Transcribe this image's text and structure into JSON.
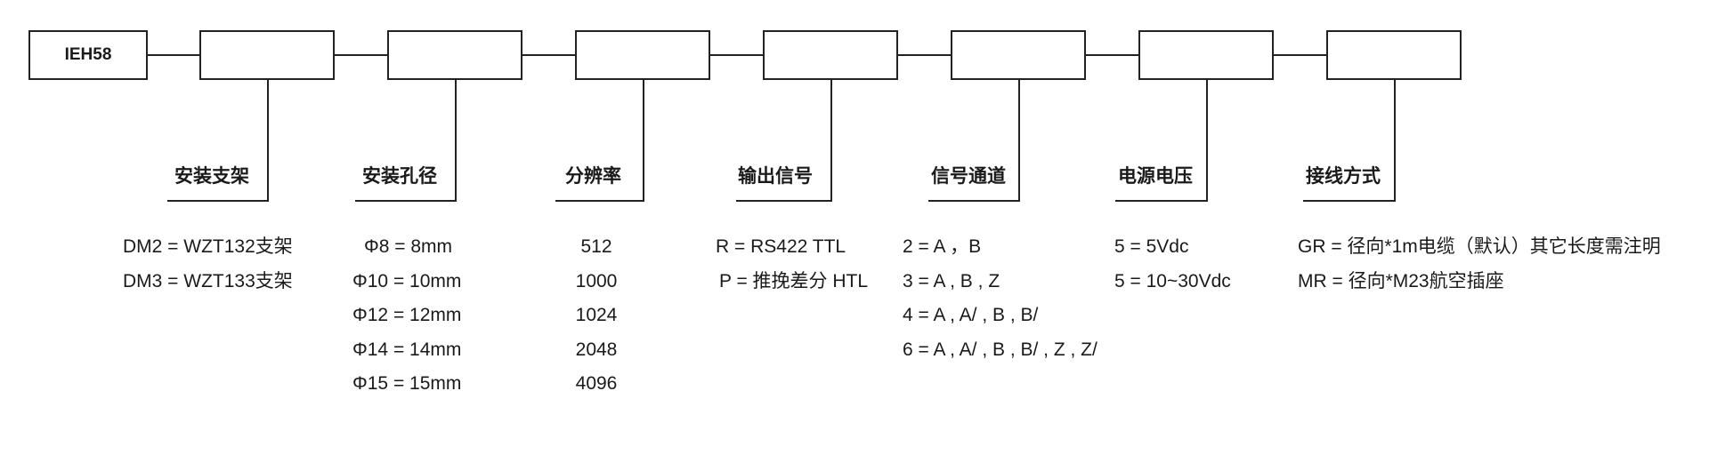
{
  "model": "IEH58",
  "fields": [
    {
      "category": "安装支架",
      "options": [
        "DM2 = WZT132支架",
        "DM3 = WZT133支架"
      ]
    },
    {
      "category": "安装孔径",
      "options": [
        "Φ8 = 8mm",
        "Φ10 = 10mm",
        "Φ12 = 12mm",
        "Φ14 = 14mm",
        "Φ15 = 15mm"
      ]
    },
    {
      "category": "分辨率",
      "options": [
        "512",
        "1000",
        "1024",
        "2048",
        "4096"
      ]
    },
    {
      "category": "输出信号",
      "options": [
        "R = RS422 TTL",
        "P = 推挽差分 HTL"
      ]
    },
    {
      "category": "信号通道",
      "options": [
        "2 = A ，B",
        "3 = A , B , Z",
        "4 = A , A/ , B , B/",
        "6 = A , A/ , B , B/ , Z , Z/"
      ]
    },
    {
      "category": "电源电压",
      "options": [
        "5 = 5Vdc",
        "5 = 10~30Vdc"
      ]
    },
    {
      "category": "接线方式",
      "options": [
        "GR = 径向*1m电缆（默认）其它长度需注明",
        "MR = 径向*M23航空插座"
      ]
    }
  ]
}
